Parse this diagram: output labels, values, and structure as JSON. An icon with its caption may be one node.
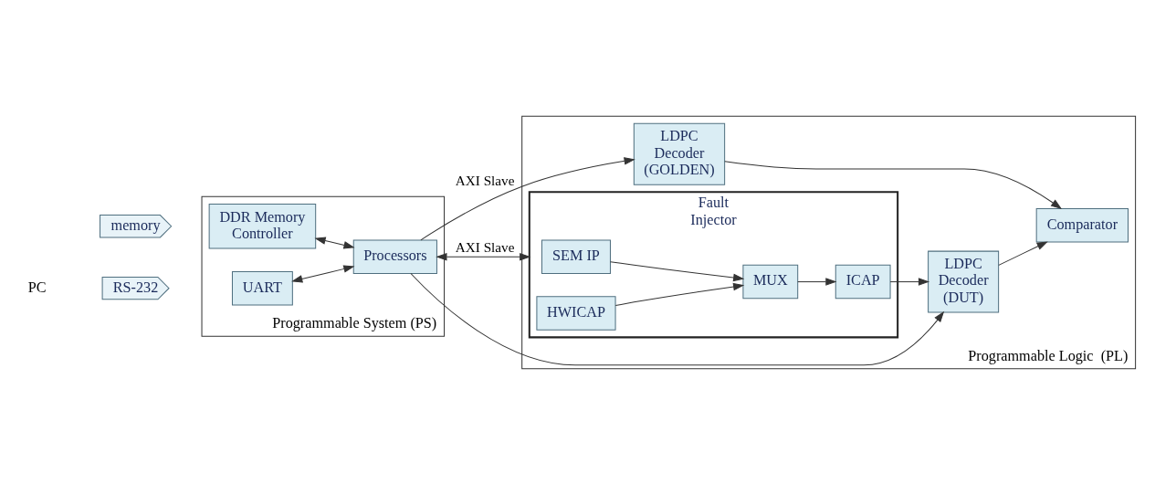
{
  "diagram": {
    "nodes": [
      {
        "text": [
          "Programmable System (PS)"
        ]
      },
      {
        "text": [
          "Programmable Logic  (PL)"
        ]
      },
      {
        "text": [
          "memory"
        ]
      },
      {
        "text": [
          "DDR Memory Controller"
        ],
        "in": 0
      },
      {
        "text": [
          "RS-232"
        ],
        "beside": [
          "PC"
        ]
      },
      {
        "text": [
          "UART"
        ],
        "in": 0
      },
      {
        "text": [
          "Processors"
        ],
        "in": 0
      },
      {
        "text": [
          "LDPC Decoder (GOLDEN)"
        ],
        "in": 1
      },
      {
        "text": [
          "Comparator"
        ],
        "in": 1
      },
      {
        "text": [
          "LDPC Decoder (DUT)"
        ],
        "in": 1
      },
      {
        "text": [
          "Fault Injector"
        ],
        "in": 1
      },
      {
        "text": [
          "SEM IP"
        ],
        "in": 10
      },
      {
        "text": [
          "HWICAP"
        ],
        "in": 10
      },
      {
        "text": [
          "MUX"
        ],
        "in": 10
      },
      {
        "text": [
          "ICAP"
        ],
        "in": 10
      }
    ],
    "edges": [
      {
        "from": 3,
        "to": 6,
        "arrow": "both"
      },
      {
        "from": 5,
        "to": 6,
        "arrow": "both"
      },
      {
        "from": 6,
        "to": 7,
        "arrow": "to",
        "label": "AXI Slave"
      },
      {
        "from": 6,
        "to": 9,
        "arrow": "to"
      },
      {
        "from": 7,
        "to": 8,
        "arrow": "to"
      },
      {
        "from": 9,
        "to": 8,
        "arrow": "to"
      },
      {
        "from": 6,
        "to": 10,
        "arrow": "both",
        "label": "AXI Slave"
      },
      {
        "from": 11,
        "to": 13,
        "arrow": "to"
      },
      {
        "from": 12,
        "to": 13,
        "arrow": "to"
      },
      {
        "from": 13,
        "to": 14,
        "arrow": "to"
      },
      {
        "from": 14,
        "to": 9,
        "arrow": "to"
      }
    ]
  }
}
